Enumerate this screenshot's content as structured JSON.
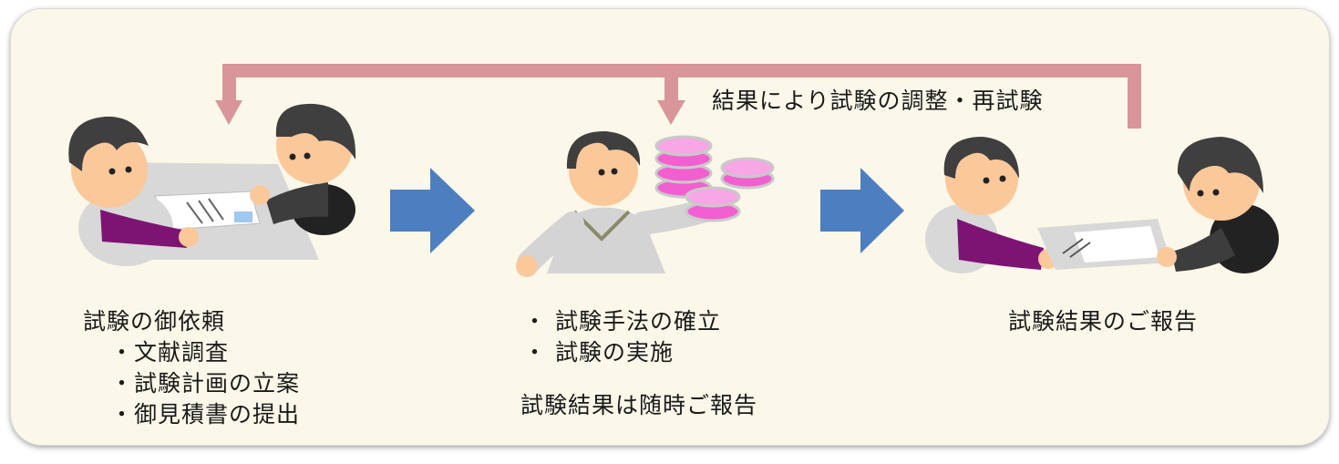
{
  "loop_label": "結果により試験の調整・再試験",
  "step1": {
    "title": "試験の御依頼",
    "items": [
      "・文献調査",
      "・試験計画の立案",
      "・御見積書の提出"
    ]
  },
  "step2": {
    "items": [
      "・ 試験手法の確立",
      "・ 試験の実施"
    ],
    "note": "試験結果は随時ご報告"
  },
  "step3": {
    "title": "試験結果のご報告"
  },
  "colors": {
    "panel": "#fbf8ea",
    "loop_arrow": "#d9969a",
    "flow_arrow": "#4d7fc0",
    "sleeve_purple": "#7d1474",
    "sleeve_dark": "#3d3d3d",
    "hair": "#3f3f3f",
    "skin": "#fbc89a",
    "dish_pink": "#f25fd0"
  }
}
